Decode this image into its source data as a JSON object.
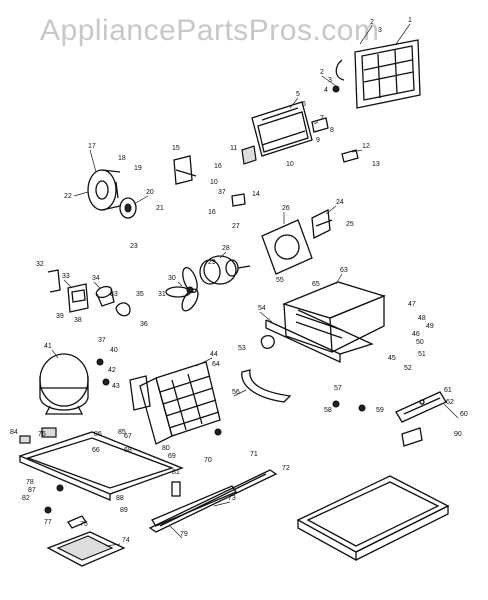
{
  "watermark": "AppliancePartsPros.com",
  "callouts": [
    {
      "id": "c1",
      "text": "1"
    },
    {
      "id": "c2",
      "text": "2"
    },
    {
      "id": "c3",
      "text": "3"
    },
    {
      "id": "c2b",
      "text": "2"
    },
    {
      "id": "c3b",
      "text": "3"
    },
    {
      "id": "c4",
      "text": "4"
    },
    {
      "id": "c5",
      "text": "5"
    },
    {
      "id": "c6",
      "text": "6"
    },
    {
      "id": "c7",
      "text": "7"
    },
    {
      "id": "c8",
      "text": "8"
    },
    {
      "id": "c9",
      "text": "9"
    },
    {
      "id": "c10",
      "text": "10"
    },
    {
      "id": "c11",
      "text": "11"
    },
    {
      "id": "c12",
      "text": "12"
    },
    {
      "id": "c13",
      "text": "13"
    },
    {
      "id": "c14",
      "text": "14"
    },
    {
      "id": "c15",
      "text": "15"
    },
    {
      "id": "c16",
      "text": "16"
    },
    {
      "id": "c10b",
      "text": "10"
    },
    {
      "id": "c37a",
      "text": "37"
    },
    {
      "id": "c17",
      "text": "17"
    },
    {
      "id": "c18",
      "text": "18"
    },
    {
      "id": "c19",
      "text": "19"
    },
    {
      "id": "c20",
      "text": "20"
    },
    {
      "id": "c21",
      "text": "21"
    },
    {
      "id": "c22",
      "text": "22"
    },
    {
      "id": "c16b",
      "text": "16"
    },
    {
      "id": "c23",
      "text": "23"
    },
    {
      "id": "c24",
      "text": "24"
    },
    {
      "id": "c25",
      "text": "25"
    },
    {
      "id": "c26",
      "text": "26"
    },
    {
      "id": "c27",
      "text": "27"
    },
    {
      "id": "c28",
      "text": "28"
    },
    {
      "id": "c29",
      "text": "29"
    },
    {
      "id": "c30",
      "text": "30"
    },
    {
      "id": "c31",
      "text": "31"
    },
    {
      "id": "c32",
      "text": "32"
    },
    {
      "id": "c33",
      "text": "33"
    },
    {
      "id": "c34",
      "text": "34"
    },
    {
      "id": "c35",
      "text": "35"
    },
    {
      "id": "c36",
      "text": "36"
    },
    {
      "id": "c37b",
      "text": "37"
    },
    {
      "id": "c38",
      "text": "38"
    },
    {
      "id": "c39",
      "text": "39"
    },
    {
      "id": "c40",
      "text": "40"
    },
    {
      "id": "c41",
      "text": "41"
    },
    {
      "id": "c42",
      "text": "42"
    },
    {
      "id": "c43",
      "text": "43"
    },
    {
      "id": "c44",
      "text": "44"
    },
    {
      "id": "c45",
      "text": "45"
    },
    {
      "id": "c46",
      "text": "46"
    },
    {
      "id": "c47",
      "text": "47"
    },
    {
      "id": "c48",
      "text": "48"
    },
    {
      "id": "c49",
      "text": "49"
    },
    {
      "id": "c50",
      "text": "50"
    },
    {
      "id": "c51",
      "text": "51"
    },
    {
      "id": "c52",
      "text": "52"
    },
    {
      "id": "c53",
      "text": "53"
    },
    {
      "id": "c54",
      "text": "54"
    },
    {
      "id": "c55",
      "text": "55"
    },
    {
      "id": "c56",
      "text": "56"
    },
    {
      "id": "c57",
      "text": "57"
    },
    {
      "id": "c58",
      "text": "58"
    },
    {
      "id": "c59",
      "text": "59"
    },
    {
      "id": "c60",
      "text": "60"
    },
    {
      "id": "c61",
      "text": "61"
    },
    {
      "id": "c62",
      "text": "62"
    },
    {
      "id": "c63",
      "text": "63"
    },
    {
      "id": "c64",
      "text": "64"
    },
    {
      "id": "c65",
      "text": "65"
    },
    {
      "id": "c66",
      "text": "66"
    },
    {
      "id": "c67",
      "text": "67"
    },
    {
      "id": "c68",
      "text": "68"
    },
    {
      "id": "c69",
      "text": "69"
    },
    {
      "id": "c70",
      "text": "70"
    },
    {
      "id": "c71",
      "text": "71"
    },
    {
      "id": "c72",
      "text": "72"
    },
    {
      "id": "c73",
      "text": "73"
    },
    {
      "id": "c74",
      "text": "74"
    },
    {
      "id": "c75",
      "text": "75"
    },
    {
      "id": "c76",
      "text": "76"
    },
    {
      "id": "c77",
      "text": "77"
    },
    {
      "id": "c78",
      "text": "78"
    },
    {
      "id": "c79",
      "text": "79"
    },
    {
      "id": "c80",
      "text": "80"
    },
    {
      "id": "c81",
      "text": "81"
    },
    {
      "id": "c82",
      "text": "82"
    },
    {
      "id": "c83",
      "text": "83"
    },
    {
      "id": "c84",
      "text": "84"
    },
    {
      "id": "c85",
      "text": "85"
    },
    {
      "id": "c86",
      "text": "86"
    },
    {
      "id": "c87",
      "text": "87"
    },
    {
      "id": "c88",
      "text": "88"
    },
    {
      "id": "c89",
      "text": "89"
    },
    {
      "id": "c90",
      "text": "90"
    }
  ]
}
